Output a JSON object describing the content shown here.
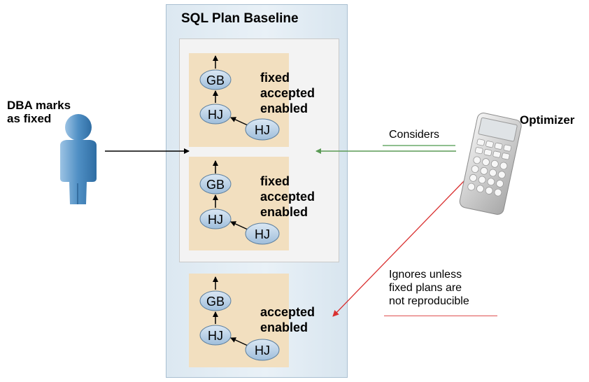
{
  "baseline": {
    "title": "SQL Plan Baseline"
  },
  "actors": {
    "dba": {
      "label_line1": "DBA marks",
      "label_line2": "as fixed",
      "icon": "person-icon"
    },
    "optimizer": {
      "label": "Optimizer",
      "icon": "calculator-icon"
    }
  },
  "edges": {
    "considers": "Considers",
    "ignores_line1": "Ignores unless",
    "ignores_line2": "fixed plans are",
    "ignores_line3": "not reproducible"
  },
  "plans": [
    {
      "attrs": [
        "fixed",
        "accepted",
        "enabled"
      ],
      "nodes": {
        "top": "GB",
        "middle": "HJ",
        "child": "HJ"
      }
    },
    {
      "attrs": [
        "fixed",
        "accepted",
        "enabled"
      ],
      "nodes": {
        "top": "GB",
        "middle": "HJ",
        "child": "HJ"
      }
    },
    {
      "attrs": [
        "accepted",
        "enabled"
      ],
      "nodes": {
        "top": "GB",
        "middle": "HJ",
        "child": "HJ"
      }
    }
  ],
  "colors": {
    "considers_arrow": "#5a9a55",
    "ignores_arrow": "#d93030",
    "plan_card": "#f2dfbf",
    "node_fill": "#b9d0e6"
  }
}
